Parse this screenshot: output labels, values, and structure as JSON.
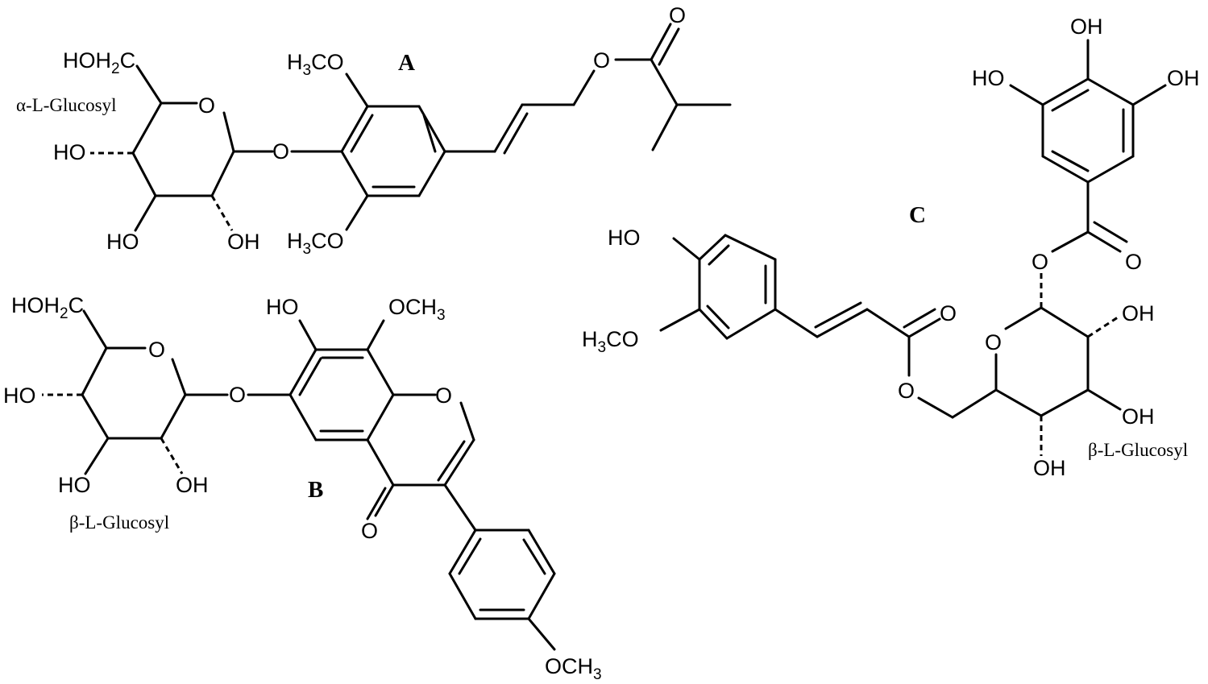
{
  "compounds": [
    {
      "id": "A",
      "label": "A",
      "sugar_label": "α-L-Glucosyl"
    },
    {
      "id": "B",
      "label": "B",
      "sugar_label": "β-L-Glucosyl"
    },
    {
      "id": "C",
      "label": "C",
      "sugar_label": "β-L-Glucosyl"
    }
  ],
  "atoms": {
    "HOH2C": "HOH2C",
    "H3CO": "H3CO",
    "OCH3": "OCH3",
    "HO": "HO",
    "OH": "OH",
    "O": "O"
  },
  "colors": {
    "ink": "#000000",
    "background": "#ffffff"
  }
}
